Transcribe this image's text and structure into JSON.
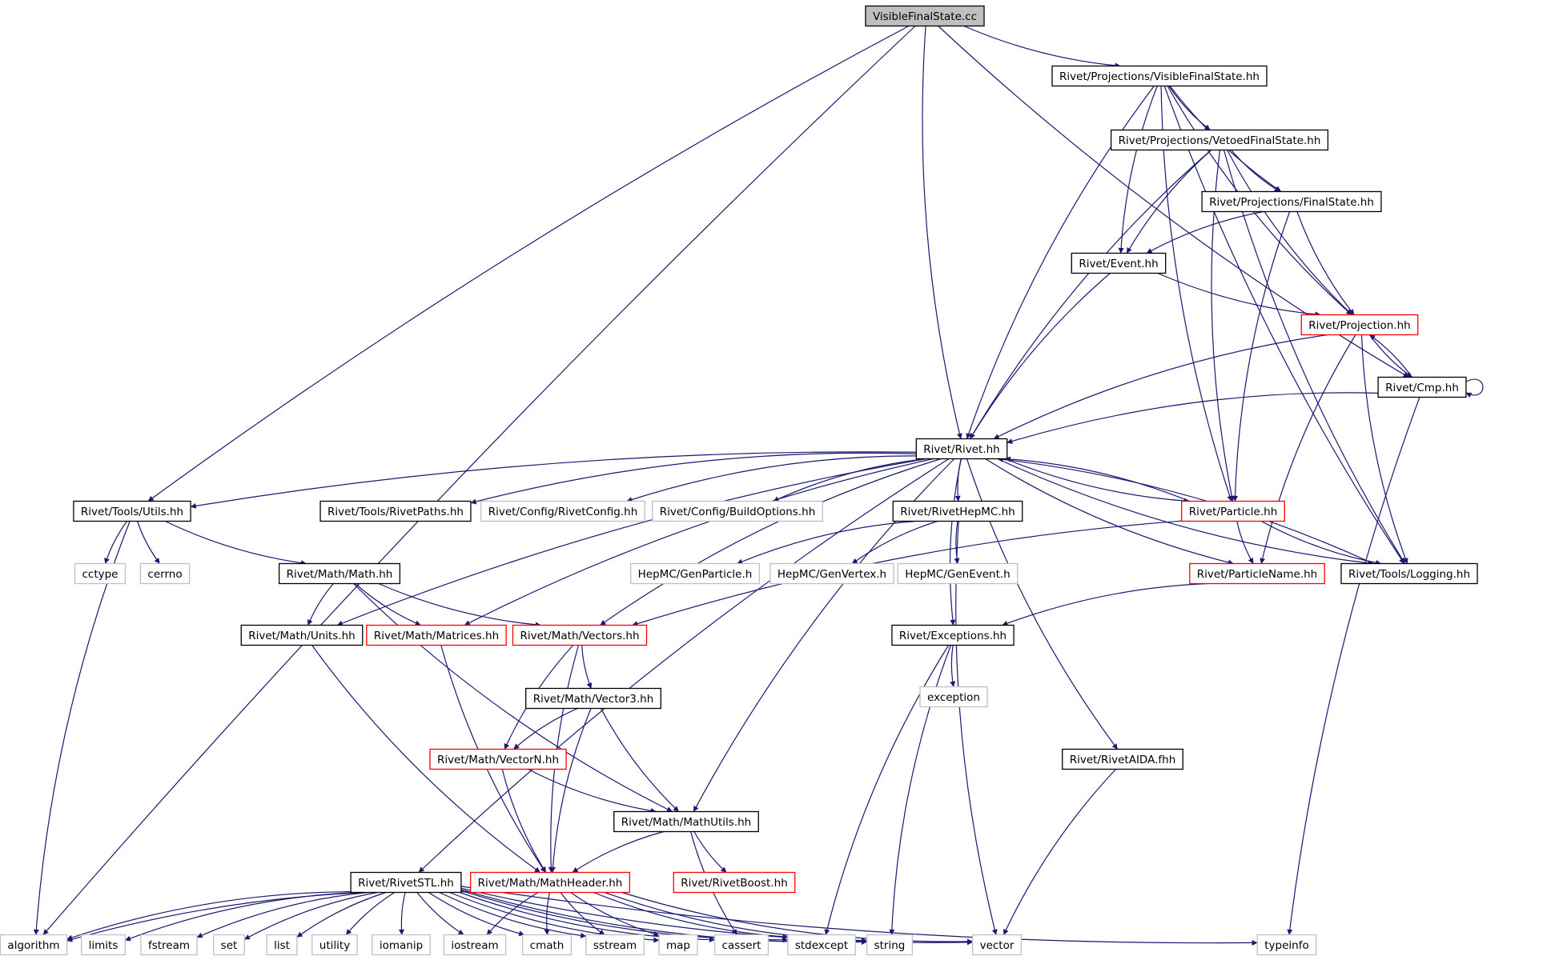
{
  "diagram": {
    "kind": "include dependency graph",
    "root": "VisibleFinalState.cc",
    "colors": {
      "edge": "#191970",
      "root_fill": "#bfbfbf",
      "documented_border": "#000000",
      "truncated_border": "#ff0000",
      "external_border": "#bfbfbf",
      "external_text": "#404040"
    },
    "node_styles": [
      "root",
      "documented",
      "truncated",
      "external"
    ],
    "nodes": [
      {
        "id": "vfs_cc",
        "label": "VisibleFinalState.cc",
        "style": "root"
      },
      {
        "id": "vfs_hh",
        "label": "Rivet/Projections/VisibleFinalState.hh",
        "style": "documented"
      },
      {
        "id": "vetoed",
        "label": "Rivet/Projections/VetoedFinalState.hh",
        "style": "documented"
      },
      {
        "id": "finalstate",
        "label": "Rivet/Projections/FinalState.hh",
        "style": "documented"
      },
      {
        "id": "event",
        "label": "Rivet/Event.hh",
        "style": "documented"
      },
      {
        "id": "projection",
        "label": "Rivet/Projection.hh",
        "style": "truncated"
      },
      {
        "id": "cmp",
        "label": "Rivet/Cmp.hh",
        "style": "documented"
      },
      {
        "id": "rivet",
        "label": "Rivet/Rivet.hh",
        "style": "documented"
      },
      {
        "id": "utils",
        "label": "Rivet/Tools/Utils.hh",
        "style": "documented"
      },
      {
        "id": "rivetpaths",
        "label": "Rivet/Tools/RivetPaths.hh",
        "style": "documented"
      },
      {
        "id": "rivetconfig",
        "label": "Rivet/Config/RivetConfig.hh",
        "style": "external"
      },
      {
        "id": "buildoptions",
        "label": "Rivet/Config/BuildOptions.hh",
        "style": "external"
      },
      {
        "id": "rivethepmc",
        "label": "Rivet/RivetHepMC.hh",
        "style": "documented"
      },
      {
        "id": "particle",
        "label": "Rivet/Particle.hh",
        "style": "truncated"
      },
      {
        "id": "logging",
        "label": "Rivet/Tools/Logging.hh",
        "style": "documented"
      },
      {
        "id": "cctype",
        "label": "cctype",
        "style": "external"
      },
      {
        "id": "cerrno",
        "label": "cerrno",
        "style": "external"
      },
      {
        "id": "mathmath",
        "label": "Rivet/Math/Math.hh",
        "style": "documented"
      },
      {
        "id": "genparticle",
        "label": "HepMC/GenParticle.h",
        "style": "external"
      },
      {
        "id": "genvertex",
        "label": "HepMC/GenVertex.h",
        "style": "external"
      },
      {
        "id": "genevent",
        "label": "HepMC/GenEvent.h",
        "style": "external"
      },
      {
        "id": "particlename",
        "label": "Rivet/ParticleName.hh",
        "style": "truncated"
      },
      {
        "id": "units",
        "label": "Rivet/Math/Units.hh",
        "style": "documented"
      },
      {
        "id": "matrices",
        "label": "Rivet/Math/Matrices.hh",
        "style": "truncated"
      },
      {
        "id": "vectors",
        "label": "Rivet/Math/Vectors.hh",
        "style": "truncated"
      },
      {
        "id": "exceptions",
        "label": "Rivet/Exceptions.hh",
        "style": "documented"
      },
      {
        "id": "exception",
        "label": "exception",
        "style": "external"
      },
      {
        "id": "vector3",
        "label": "Rivet/Math/Vector3.hh",
        "style": "documented"
      },
      {
        "id": "vectorn",
        "label": "Rivet/Math/VectorN.hh",
        "style": "truncated"
      },
      {
        "id": "aida",
        "label": "Rivet/RivetAIDA.fhh",
        "style": "documented"
      },
      {
        "id": "mathutils",
        "label": "Rivet/Math/MathUtils.hh",
        "style": "documented"
      },
      {
        "id": "rivetstl",
        "label": "Rivet/RivetSTL.hh",
        "style": "documented"
      },
      {
        "id": "mathheader",
        "label": "Rivet/Math/MathHeader.hh",
        "style": "truncated"
      },
      {
        "id": "rivetboost",
        "label": "Rivet/RivetBoost.hh",
        "style": "truncated"
      },
      {
        "id": "algorithm",
        "label": "algorithm",
        "style": "external"
      },
      {
        "id": "limits",
        "label": "limits",
        "style": "external"
      },
      {
        "id": "fstream",
        "label": "fstream",
        "style": "external"
      },
      {
        "id": "set",
        "label": "set",
        "style": "external"
      },
      {
        "id": "list",
        "label": "list",
        "style": "external"
      },
      {
        "id": "utility",
        "label": "utility",
        "style": "external"
      },
      {
        "id": "iomanip",
        "label": "iomanip",
        "style": "external"
      },
      {
        "id": "iostream",
        "label": "iostream",
        "style": "external"
      },
      {
        "id": "cmath",
        "label": "cmath",
        "style": "external"
      },
      {
        "id": "sstream",
        "label": "sstream",
        "style": "external"
      },
      {
        "id": "map",
        "label": "map",
        "style": "external"
      },
      {
        "id": "cassert",
        "label": "cassert",
        "style": "external"
      },
      {
        "id": "stdexcept",
        "label": "stdexcept",
        "style": "external"
      },
      {
        "id": "string",
        "label": "string",
        "style": "external"
      },
      {
        "id": "vector",
        "label": "vector",
        "style": "external"
      },
      {
        "id": "typeinfo",
        "label": "typeinfo",
        "style": "external"
      }
    ],
    "edges": [
      [
        "vfs_cc",
        "algorithm"
      ],
      [
        "vfs_cc",
        "utils"
      ],
      [
        "vfs_cc",
        "rivet"
      ],
      [
        "vfs_cc",
        "vfs_hh"
      ],
      [
        "vfs_cc",
        "cmp"
      ],
      [
        "vfs_hh",
        "rivet"
      ],
      [
        "vfs_hh",
        "particle"
      ],
      [
        "vfs_hh",
        "event"
      ],
      [
        "vfs_hh",
        "vetoed"
      ],
      [
        "vfs_hh",
        "finalstate"
      ],
      [
        "vfs_hh",
        "projection"
      ],
      [
        "vfs_hh",
        "logging"
      ],
      [
        "vetoed",
        "rivet"
      ],
      [
        "vetoed",
        "event"
      ],
      [
        "vetoed",
        "finalstate"
      ],
      [
        "vetoed",
        "particle"
      ],
      [
        "vetoed",
        "projection"
      ],
      [
        "vetoed",
        "logging"
      ],
      [
        "finalstate",
        "event"
      ],
      [
        "finalstate",
        "particle"
      ],
      [
        "finalstate",
        "projection"
      ],
      [
        "event",
        "rivet"
      ],
      [
        "event",
        "projection"
      ],
      [
        "projection",
        "rivet"
      ],
      [
        "projection",
        "cmp"
      ],
      [
        "projection",
        "particlename"
      ],
      [
        "projection",
        "logging"
      ],
      [
        "cmp",
        "projection"
      ],
      [
        "cmp",
        "rivet"
      ],
      [
        "cmp",
        "cmp"
      ],
      [
        "cmp",
        "typeinfo"
      ],
      [
        "rivet",
        "utils"
      ],
      [
        "rivet",
        "rivetpaths"
      ],
      [
        "rivet",
        "rivetconfig"
      ],
      [
        "rivet",
        "buildoptions"
      ],
      [
        "rivet",
        "rivethepmc"
      ],
      [
        "rivet",
        "particle"
      ],
      [
        "rivet",
        "particlename"
      ],
      [
        "rivet",
        "units"
      ],
      [
        "rivet",
        "matrices"
      ],
      [
        "rivet",
        "vectors"
      ],
      [
        "rivet",
        "mathutils"
      ],
      [
        "rivet",
        "exceptions"
      ],
      [
        "rivet",
        "aida"
      ],
      [
        "rivet",
        "rivetstl"
      ],
      [
        "rivet",
        "logging"
      ],
      [
        "particle",
        "rivet"
      ],
      [
        "particle",
        "particlename"
      ],
      [
        "particle",
        "logging"
      ],
      [
        "particle",
        "vectors"
      ],
      [
        "logging",
        "rivet"
      ],
      [
        "utils",
        "cctype"
      ],
      [
        "utils",
        "cerrno"
      ],
      [
        "utils",
        "mathmath"
      ],
      [
        "utils",
        "algorithm"
      ],
      [
        "rivethepmc",
        "genparticle"
      ],
      [
        "rivethepmc",
        "genvertex"
      ],
      [
        "rivethepmc",
        "genevent"
      ],
      [
        "rivethepmc",
        "vector"
      ],
      [
        "particlename",
        "exceptions"
      ],
      [
        "mathmath",
        "units"
      ],
      [
        "mathmath",
        "matrices"
      ],
      [
        "mathmath",
        "vectors"
      ],
      [
        "mathmath",
        "mathutils"
      ],
      [
        "units",
        "mathheader"
      ],
      [
        "matrices",
        "mathheader"
      ],
      [
        "vectors",
        "vector3"
      ],
      [
        "vectors",
        "vectorn"
      ],
      [
        "vectors",
        "mathheader"
      ],
      [
        "exceptions",
        "exception"
      ],
      [
        "exceptions",
        "stdexcept"
      ],
      [
        "exceptions",
        "string"
      ],
      [
        "vector3",
        "vectorn"
      ],
      [
        "vector3",
        "mathutils"
      ],
      [
        "vector3",
        "mathheader"
      ],
      [
        "vectorn",
        "mathutils"
      ],
      [
        "vectorn",
        "mathheader"
      ],
      [
        "aida",
        "vector"
      ],
      [
        "mathutils",
        "mathheader"
      ],
      [
        "mathutils",
        "rivetboost"
      ],
      [
        "mathutils",
        "cassert"
      ],
      [
        "rivetstl",
        "algorithm"
      ],
      [
        "rivetstl",
        "limits"
      ],
      [
        "rivetstl",
        "fstream"
      ],
      [
        "rivetstl",
        "set"
      ],
      [
        "rivetstl",
        "list"
      ],
      [
        "rivetstl",
        "utility"
      ],
      [
        "rivetstl",
        "iomanip"
      ],
      [
        "rivetstl",
        "iostream"
      ],
      [
        "rivetstl",
        "cmath"
      ],
      [
        "rivetstl",
        "sstream"
      ],
      [
        "rivetstl",
        "map"
      ],
      [
        "rivetstl",
        "cassert"
      ],
      [
        "rivetstl",
        "stdexcept"
      ],
      [
        "rivetstl",
        "string"
      ],
      [
        "rivetstl",
        "vector"
      ],
      [
        "rivetstl",
        "typeinfo"
      ],
      [
        "mathheader",
        "algorithm"
      ],
      [
        "mathheader",
        "iostream"
      ],
      [
        "mathheader",
        "cmath"
      ],
      [
        "mathheader",
        "sstream"
      ],
      [
        "mathheader",
        "map"
      ],
      [
        "mathheader",
        "stdexcept"
      ],
      [
        "mathheader",
        "string"
      ],
      [
        "mathheader",
        "vector"
      ]
    ]
  }
}
